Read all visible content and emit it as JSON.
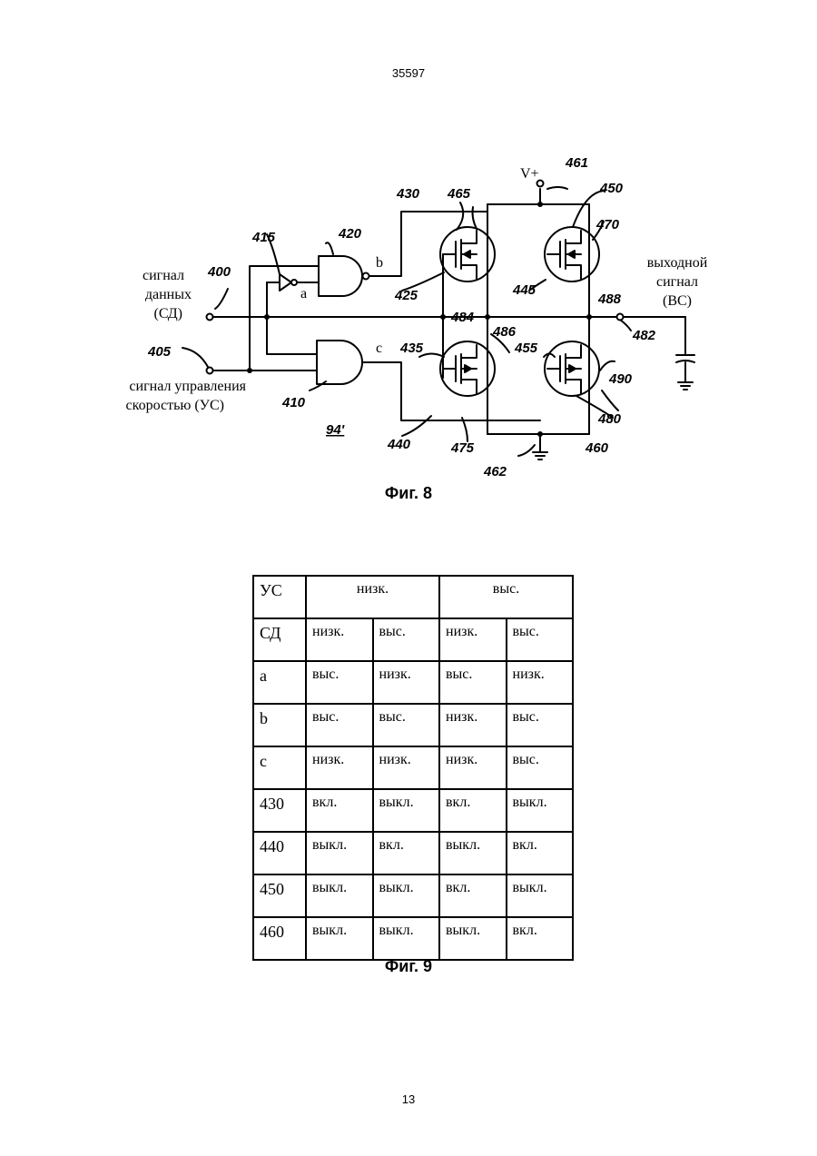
{
  "header": {
    "doc_number": "35597"
  },
  "figure8": {
    "caption": "Фиг. 8",
    "labels": {
      "data_signal_line1": "сигнал",
      "data_signal_line2": "данных",
      "data_signal_line3": "(СД)",
      "speed_signal_line1": "сигнал управления",
      "speed_signal_line2": "скоростью (УС)",
      "output_line1": "выходной",
      "output_line2": "сигнал",
      "output_line3": "(ВС)",
      "node_a": "a",
      "node_b": "b",
      "node_c": "c",
      "vplus": "V+"
    },
    "refs": {
      "r400": "400",
      "r405": "405",
      "r410": "410",
      "r415": "415",
      "r420": "420",
      "r425": "425",
      "r430": "430",
      "r435": "435",
      "r440": "440",
      "r445": "445",
      "r450": "450",
      "r455": "455",
      "r460": "460",
      "r461": "461",
      "r462": "462",
      "r465": "465",
      "r470": "470",
      "r475": "475",
      "r480": "480",
      "r482": "482",
      "r484": "484",
      "r486": "486",
      "r488": "488",
      "r490": "490",
      "r94": "94'"
    }
  },
  "figure9": {
    "caption": "Фиг. 9",
    "header": {
      "row_label": "УС",
      "group_low": "низк.",
      "group_high": "выс."
    },
    "rows": [
      {
        "label": "СД",
        "cells": [
          "низк.",
          "выс.",
          "низк.",
          "выс."
        ]
      },
      {
        "label": "a",
        "cells": [
          "выс.",
          "низк.",
          "выс.",
          "низк."
        ]
      },
      {
        "label": "b",
        "cells": [
          "выс.",
          "выс.",
          "низк.",
          "выс."
        ]
      },
      {
        "label": "c",
        "cells": [
          "низк.",
          "низк.",
          "низк.",
          "выс."
        ]
      },
      {
        "label": "430",
        "cells": [
          "вкл.",
          "выкл.",
          "вкл.",
          "выкл."
        ]
      },
      {
        "label": "440",
        "cells": [
          "выкл.",
          "вкл.",
          "выкл.",
          "вкл."
        ]
      },
      {
        "label": "450",
        "cells": [
          "выкл.",
          "выкл.",
          "вкл.",
          "выкл."
        ]
      },
      {
        "label": "460",
        "cells": [
          "выкл.",
          "выкл.",
          "выкл.",
          "вкл."
        ]
      }
    ]
  },
  "footer": {
    "page_number": "13"
  }
}
